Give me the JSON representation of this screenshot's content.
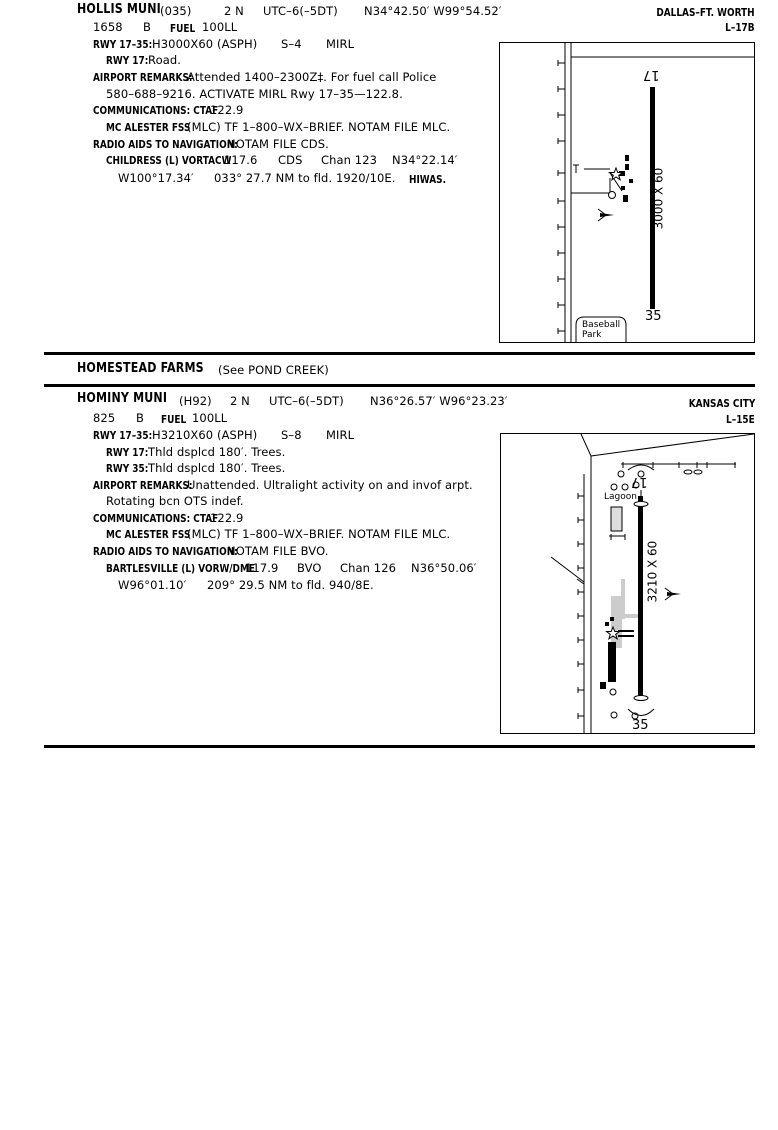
{
  "hollis": {
    "name": "HOLLIS MUNI",
    "ident": "(035)",
    "dist": "2 N",
    "utc": "UTC–6(–5DT)",
    "coords": "N34°42.50′ W99°54.52′",
    "region": "DALLAS–FT. WORTH",
    "chart": "L–17B",
    "elev": "1658",
    "fuel_class": "B",
    "fuel_label": "FUEL",
    "fuel": "100LL",
    "rwy_label": "RWY 17–35:",
    "rwy": "H3000X60 (ASPH)",
    "rwy_s": "S–4",
    "rwy_l": "MIRL",
    "rwy17_label": "RWY 17:",
    "rwy17": "Road.",
    "remarks_label": "AIRPORT REMARKS:",
    "remarks1": "Attended 1400–2300Z‡. For fuel call Police",
    "remarks2": "580–688–9216. ACTIVATE MIRL Rwy 17–35—122.8.",
    "comm_label": "COMMUNICATIONS: CTAF",
    "comm": "122.9",
    "fss_label": "MC ALESTER FSS",
    "fss": "(MLC) TF 1–800–WX–BRIEF. NOTAM FILE MLC.",
    "nav_label": "RADIO AIDS TO NAVIGATION:",
    "nav": "NOTAM FILE CDS.",
    "vor_label": "CHILDRESS (L) VORTACW",
    "vor_freq": "117.6",
    "vor_id": "CDS",
    "vor_chan": "Chan 123",
    "vor_lat": "N34°22.14′",
    "vor_lon": "W100°17.34′",
    "vor_bearing": "033° 27.7 NM to fld. 1920/10E.",
    "vor_hiwas": "HIWAS.",
    "diagram": {
      "rwy_top": "17",
      "rwy_bottom": "35",
      "rwy_dims": "3000 X 60",
      "label1": "Baseball",
      "label2": "Park"
    }
  },
  "homestead": {
    "name": "HOMESTEAD FARMS",
    "see": "(See POND CREEK)"
  },
  "hominy": {
    "name": "HOMINY MUNI",
    "ident": "(H92)",
    "dist": "2 N",
    "utc": "UTC–6(–5DT)",
    "coords": "N36°26.57′ W96°23.23′",
    "region": "KANSAS CITY",
    "chart": "L–15E",
    "elev": "825",
    "fuel_class": "B",
    "fuel_label": "FUEL",
    "fuel": "100LL",
    "rwy_label": "RWY 17–35:",
    "rwy": "H3210X60 (ASPH)",
    "rwy_s": "S–8",
    "rwy_l": "MIRL",
    "rwy17_label": "RWY 17:",
    "rwy17": "Thld dsplcd 180′. Trees.",
    "rwy35_label": "RWY 35:",
    "rwy35": "Thld dsplcd 180′. Trees.",
    "remarks_label": "AIRPORT REMARKS:",
    "remarks1": "Unattended. Ultralight activity on and invof arpt.",
    "remarks2": "Rotating bcn OTS indef.",
    "comm_label": "COMMUNICATIONS: CTAF",
    "comm": "122.9",
    "fss_label": "MC ALESTER FSS",
    "fss": "(MLC) TF 1–800–WX–BRIEF. NOTAM FILE MLC.",
    "nav_label": "RADIO AIDS TO NAVIGATION:",
    "nav": "NOTAM FILE BVO.",
    "vor_label": "BARTLESVILLE (L) VORW/DME",
    "vor_freq": "117.9",
    "vor_id": "BVO",
    "vor_chan": "Chan 126",
    "vor_lat": "N36°50.06′",
    "vor_lon": "W96°01.10′",
    "vor_bearing": "209° 29.5 NM to fld. 940/8E.",
    "diagram": {
      "rwy_top": "17",
      "rwy_bottom": "35",
      "rwy_dims": "3210 X 60",
      "label1": "Lagoon"
    }
  }
}
